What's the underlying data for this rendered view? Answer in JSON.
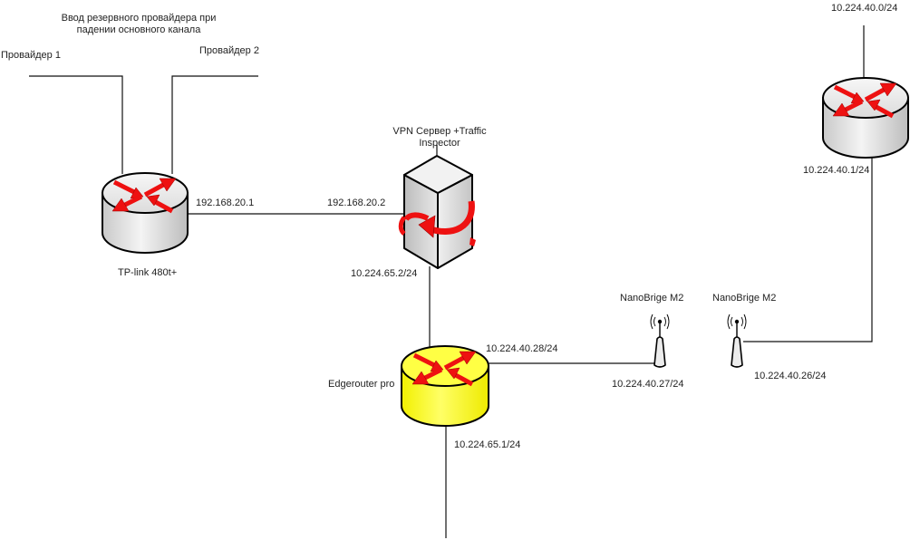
{
  "title": {
    "line1": "Ввод резервного провайдера при",
    "line2": "падении основного канала"
  },
  "providers": [
    {
      "label": "Провайдер 1"
    },
    {
      "label": "Провайдер 2"
    }
  ],
  "devices": {
    "tplink": {
      "label": "TP-link 480t+",
      "type": "router",
      "color": "#e8e8e8"
    },
    "vpn_server": {
      "label_line1": "VPN Сервер +Traffic",
      "label_line2": "Inspector",
      "type": "server"
    },
    "edgerouter": {
      "label": "Edgerouter pro",
      "type": "router",
      "color": "#ffff33"
    },
    "nano1": {
      "label": "NanoBrige M2",
      "type": "wireless-antenna"
    },
    "nano2": {
      "label": "NanoBrige M2",
      "type": "wireless-antenna"
    },
    "remote_router": {
      "type": "router",
      "color": "#e8e8e8"
    }
  },
  "addresses": {
    "tplink_lan": "192.168.20.1",
    "vpn_wan": "192.168.20.2",
    "vpn_lan": "10.224.65.2/24",
    "edge_wireless": "10.224.40.28/24",
    "edge_lan": "10.224.65.1/24",
    "nano1_ip": "10.224.40.27/24",
    "nano2_ip": "10.224.40.26/24",
    "remote_router_ip": "10.224.40.1/24",
    "remote_network": "10.224.40.0/24"
  },
  "colors": {
    "arrow_red": "#ee1111",
    "line": "#111111",
    "router_gray": "#e6e6e6",
    "router_yellow": "#ffff33"
  }
}
